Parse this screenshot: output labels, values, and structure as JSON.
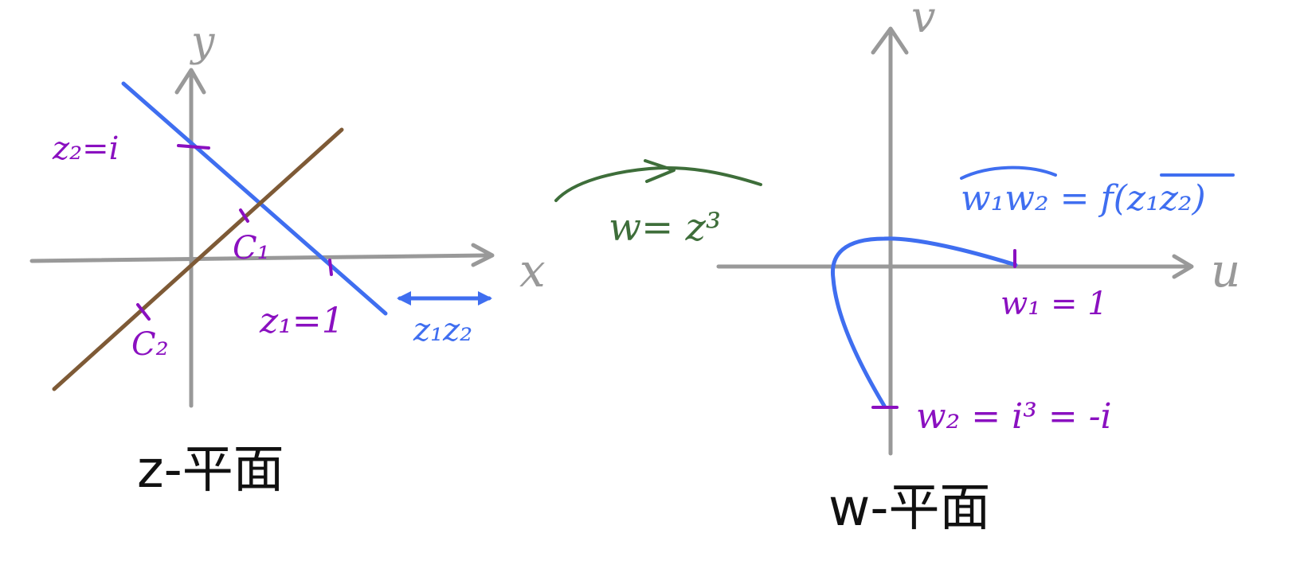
{
  "colors": {
    "axis": "#999999",
    "blue": "#3F6EF0",
    "brown": "#7E5A36",
    "purple": "#8A10C0",
    "green": "#3E6E3A",
    "black": "#111111"
  },
  "z_plane": {
    "x_axis_label": "x",
    "y_axis_label": "y",
    "z2_label": "z₂=i",
    "z1_label": "z₁=1",
    "c1_label": "C₁",
    "c2_label": "C₂",
    "segment_label": "z₁z₂",
    "caption": "z-平面"
  },
  "mapping": {
    "label": "w= z³"
  },
  "w_plane": {
    "u_axis_label": "u",
    "v_axis_label": "v",
    "w1_label": "w₁ = 1",
    "w2_label": "w₂ = i³ = -i",
    "arc_label": "w₁w₂ = f(z₁z₂)",
    "caption": "w-平面"
  }
}
